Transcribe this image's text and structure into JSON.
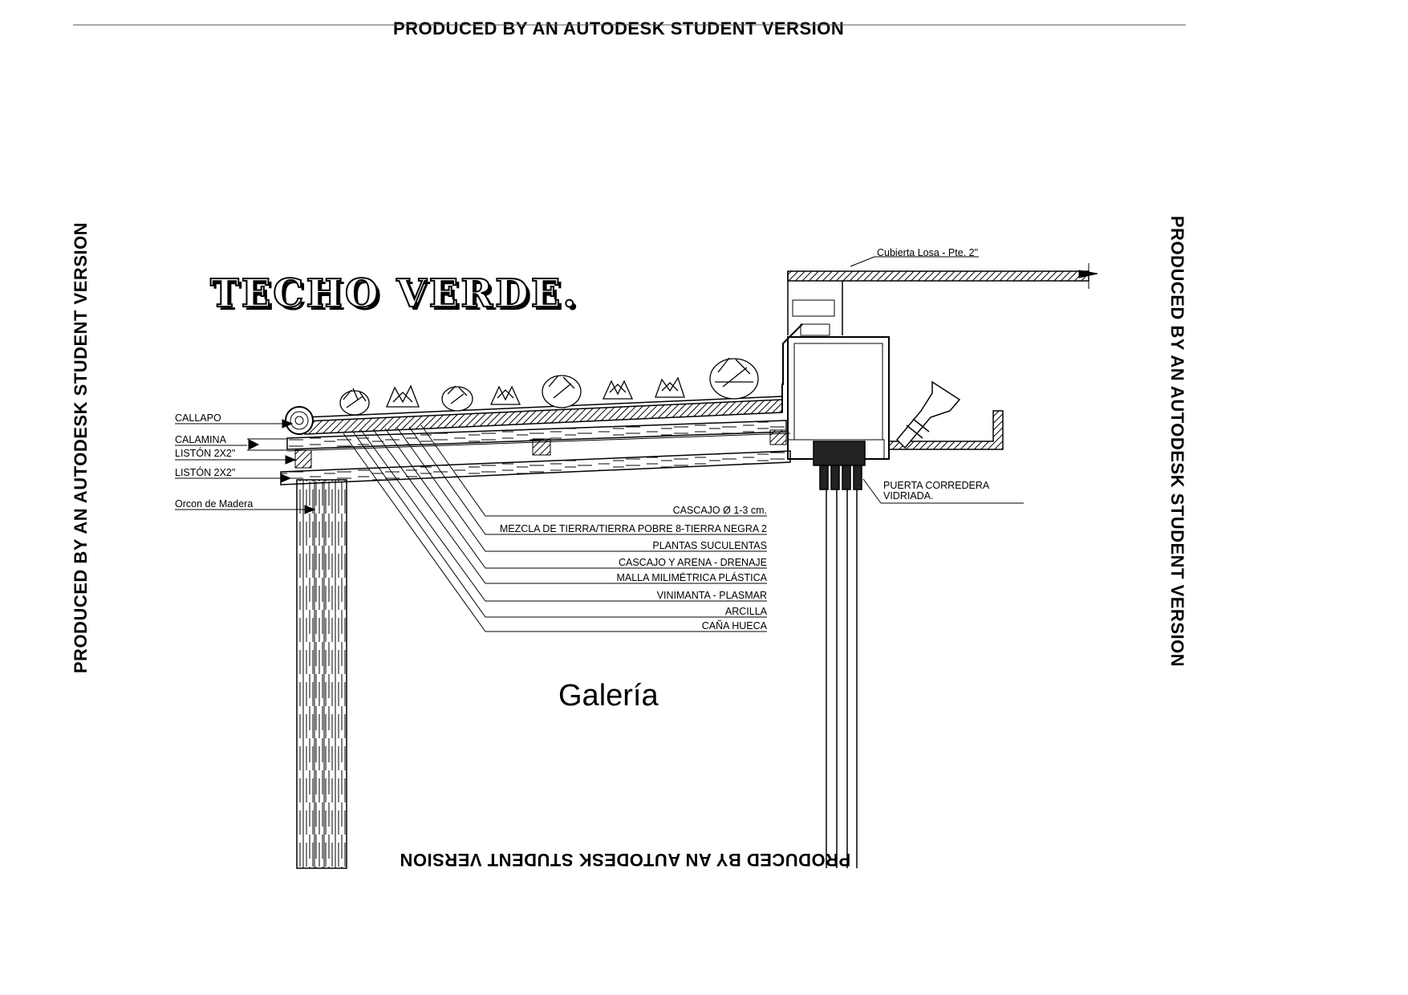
{
  "watermark": {
    "text": "PRODUCED BY AN AUTODESK STUDENT VERSION"
  },
  "title": "TECHO VERDE.",
  "room_label": "Galería",
  "left_labels": {
    "callapo": "CALLAPO",
    "calamina": "CALAMINA",
    "liston_upper": "LISTÓN 2X2\"",
    "liston_lower": "LISTÓN 2X2\"",
    "orcon": "Orcon de Madera"
  },
  "layer_labels": [
    "CASCAJO Ø 1-3 cm.",
    "MEZCLA DE TIERRA/TIERRA POBRE 8-TIERRA NEGRA 2",
    "PLANTAS SUCULENTAS",
    "CASCAJO Y ARENA - DRENAJE",
    "MALLA MILIMÉTRICA PLÁSTICA",
    "VINIMANTA - PLASMAR",
    "ARCILLA",
    "CAÑA HUECA"
  ],
  "right_labels": {
    "cubierta": "Cubierta Losa - Pte. 2\"",
    "puerta_line1": "PUERTA CORREDERA",
    "puerta_line2": "VIDRIADA."
  }
}
